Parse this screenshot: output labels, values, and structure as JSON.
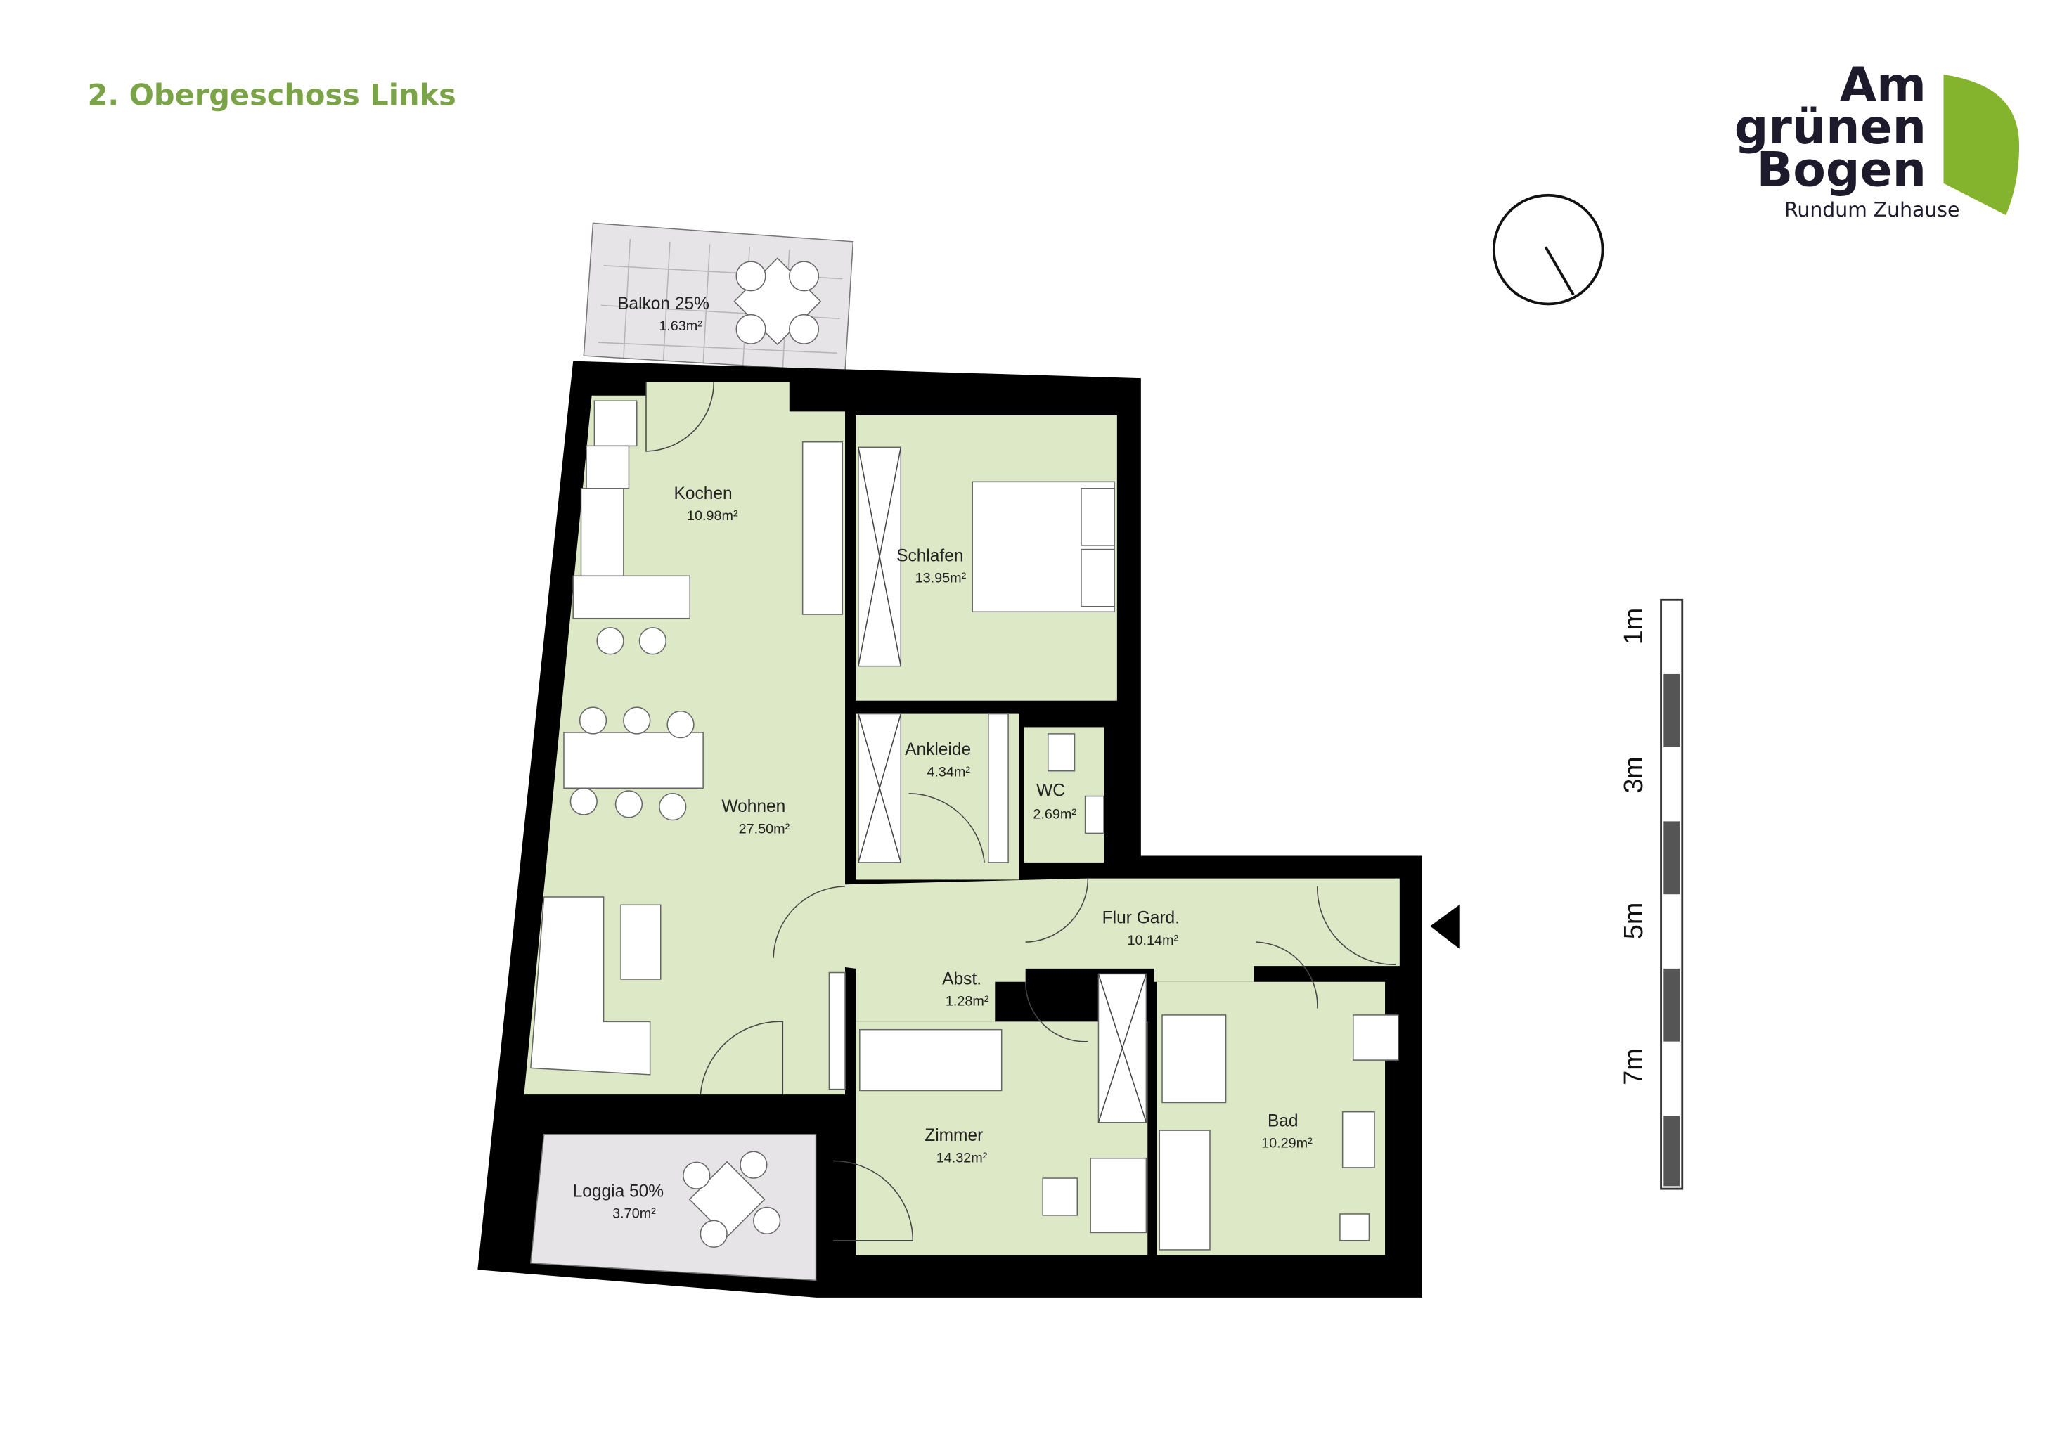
{
  "header": {
    "title": "2. Obergeschoss Links"
  },
  "logo": {
    "line1": "Am",
    "line2": "grünen",
    "line3": "Bogen",
    "tagline": "Rundum Zuhause"
  },
  "colors": {
    "title_green": "#7ba348",
    "logo_green": "#84b32e",
    "logo_text": "#1d1a2c",
    "room_fill": "#dde8c7",
    "outdoor_fill": "#e6e4e6",
    "wall": "#000000"
  },
  "rooms": [
    {
      "name": "Balkon 25%",
      "area": "1.63m²"
    },
    {
      "name": "Kochen",
      "area": "10.98m²"
    },
    {
      "name": "Schlafen",
      "area": "13.95m²"
    },
    {
      "name": "Ankleide",
      "area": "4.34m²"
    },
    {
      "name": "WC",
      "area": "2.69m²"
    },
    {
      "name": "Wohnen",
      "area": "27.50m²"
    },
    {
      "name": "Flur Gard.",
      "area": "10.14m²"
    },
    {
      "name": "Abst.",
      "area": "1.28m²"
    },
    {
      "name": "Zimmer",
      "area": "14.32m²"
    },
    {
      "name": "Bad",
      "area": "10.29m²"
    },
    {
      "name": "Loggia 50%",
      "area": "3.70m²"
    }
  ],
  "scale_bar": {
    "labels": [
      "1m",
      "3m",
      "5m",
      "7m"
    ]
  },
  "icons": {
    "compass": "north-arrow-icon",
    "entrance": "entrance-triangle-icon"
  }
}
